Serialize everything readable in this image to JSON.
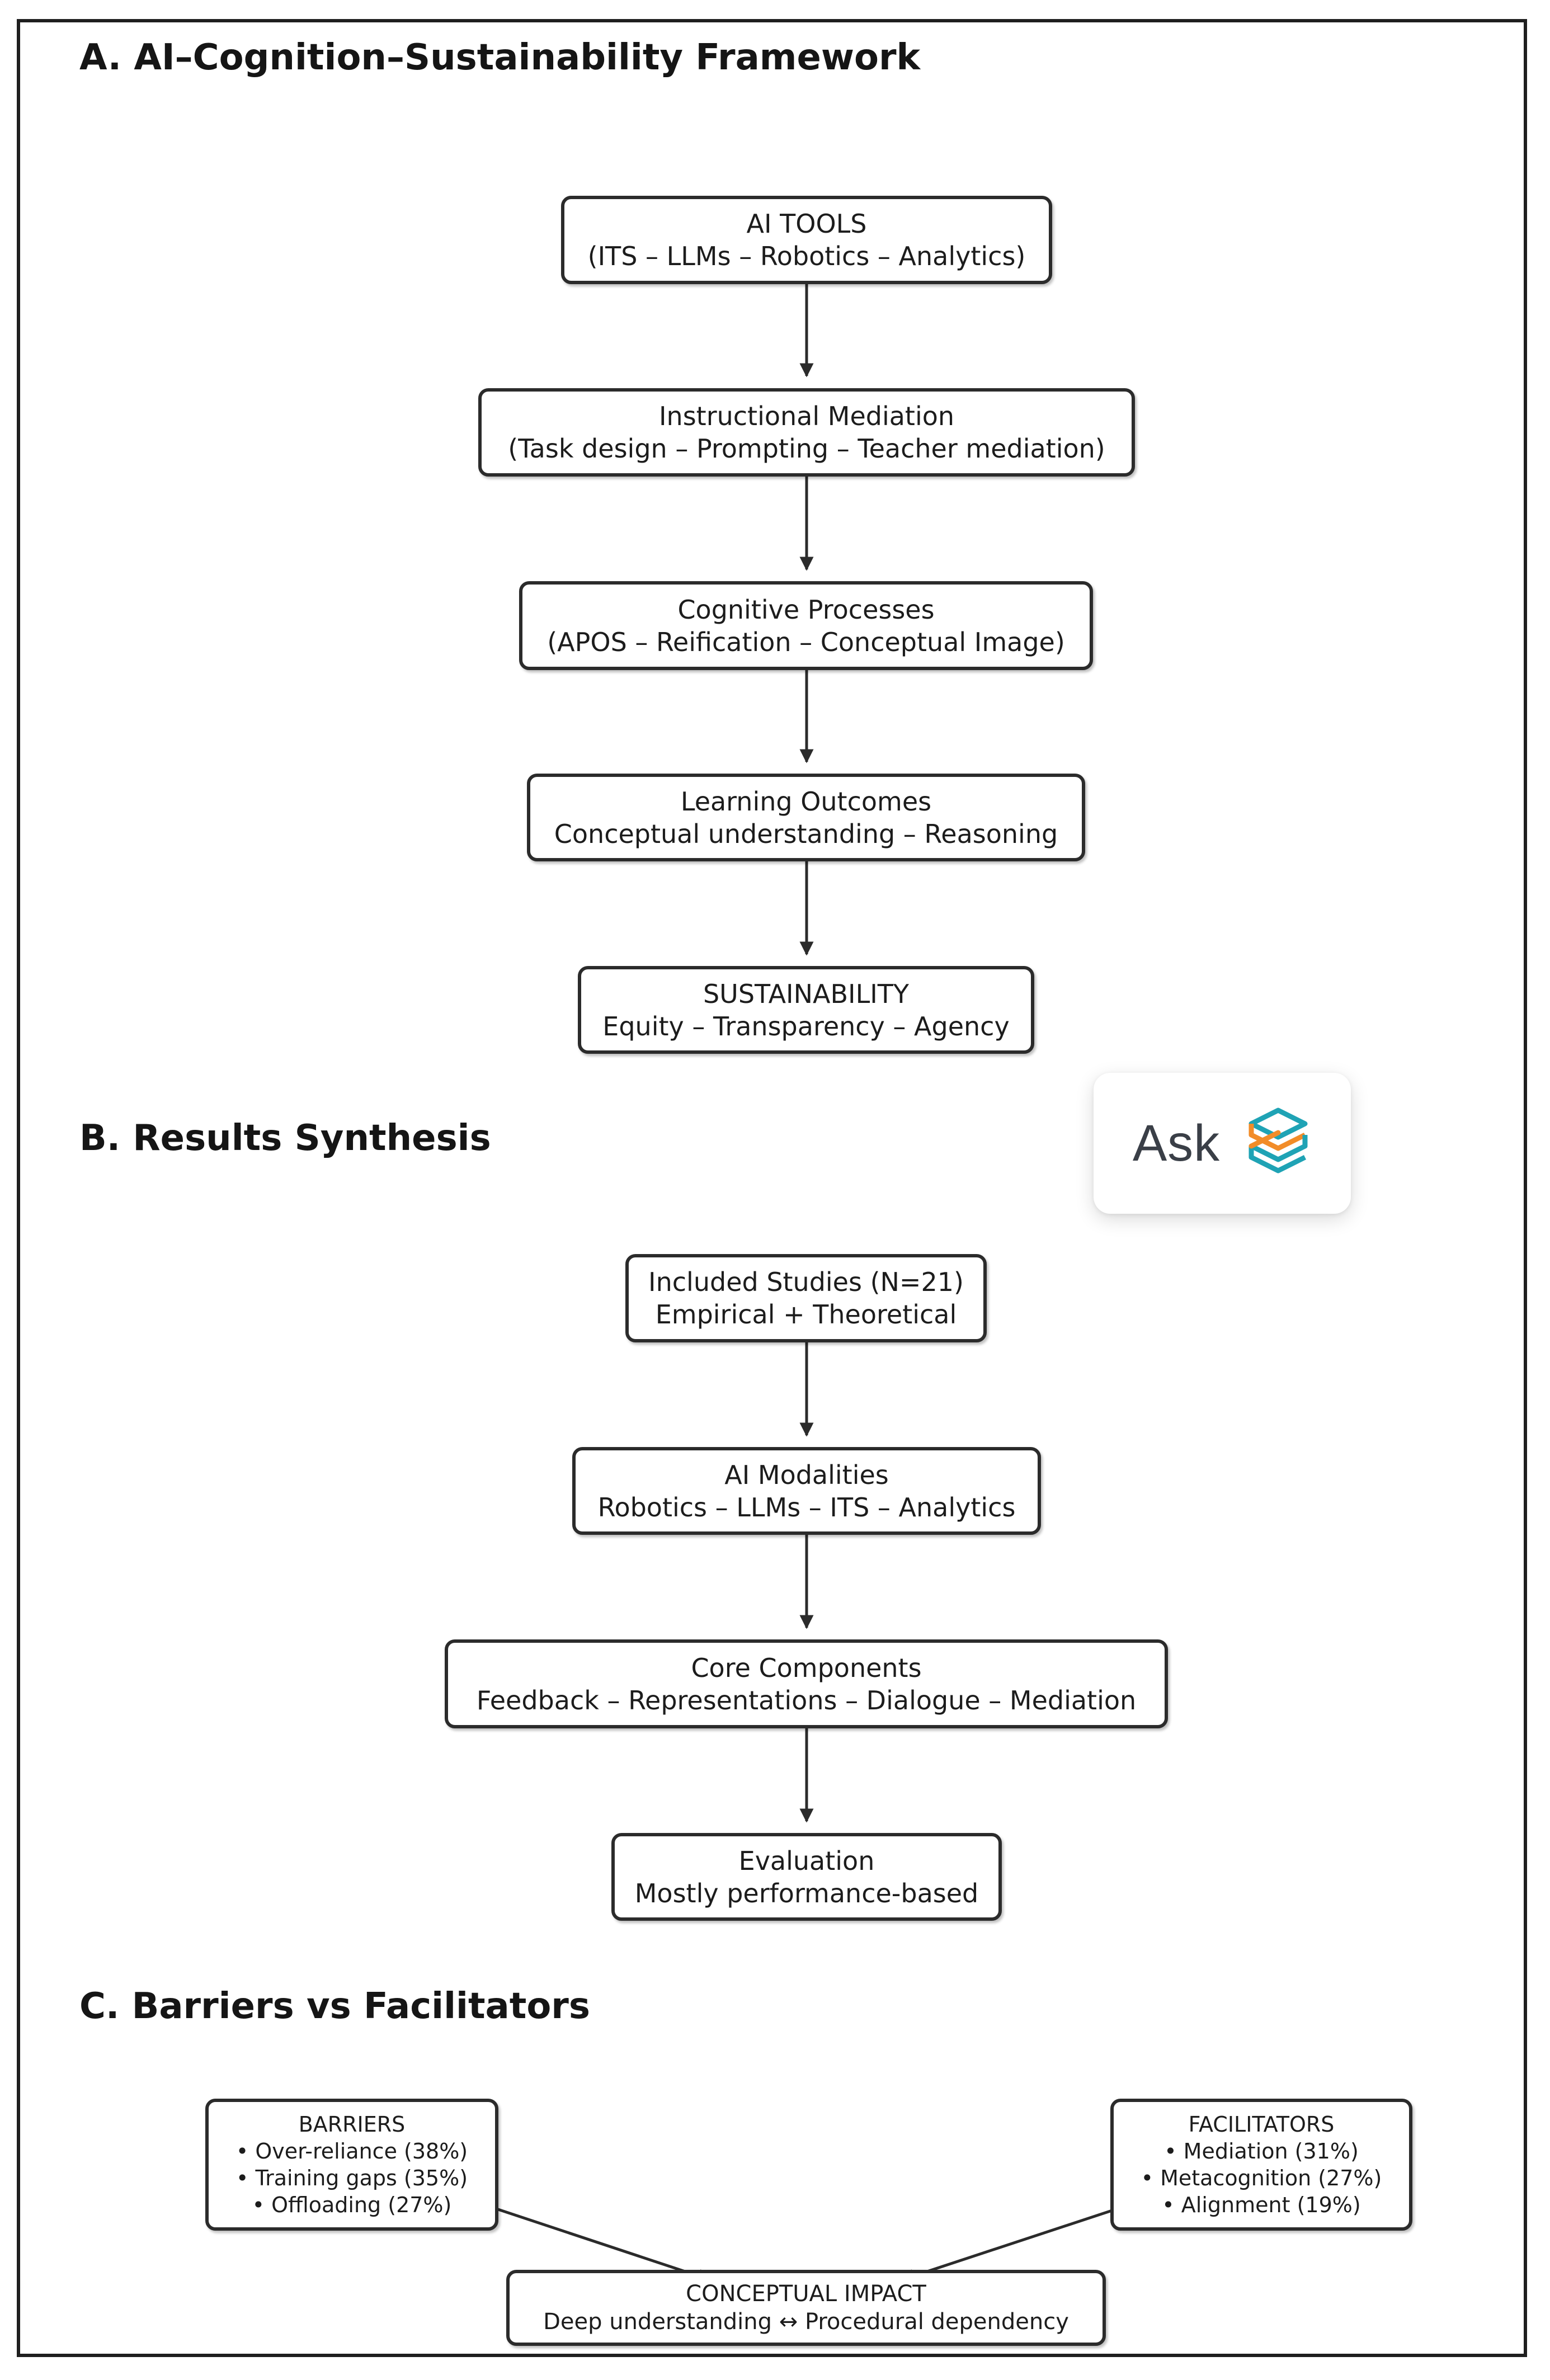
{
  "sections": {
    "a_title": "A. AI–Cognition–Sustainability Framework",
    "b_title": "B. Results Synthesis",
    "c_title": "C. Barriers vs Facilitators"
  },
  "framework": {
    "ai_tools": {
      "line1": "AI TOOLS",
      "line2": "(ITS – LLMs – Robotics – Analytics)"
    },
    "mediation": {
      "line1": "Instructional Mediation",
      "line2": "(Task design – Prompting – Teacher mediation)"
    },
    "cognitive": {
      "line1": "Cognitive Processes",
      "line2": "(APOS – Reification – Conceptual Image)"
    },
    "outcomes": {
      "line1": "Learning Outcomes",
      "line2": "Conceptual understanding – Reasoning"
    },
    "sustainability": {
      "line1": "SUSTAINABILITY",
      "line2": "Equity – Transparency – Agency"
    }
  },
  "synthesis": {
    "studies": {
      "line1": "Included Studies (N=21)",
      "line2": "Empirical + Theoretical"
    },
    "modalities": {
      "line1": "AI Modalities",
      "line2": "Robotics – LLMs – ITS – Analytics"
    },
    "components": {
      "line1": "Core Components",
      "line2": "Feedback – Representations – Dialogue – Mediation"
    },
    "evaluation": {
      "line1": "Evaluation",
      "line2": "Mostly performance-based"
    }
  },
  "barriers_facilitators": {
    "barriers": {
      "title": "BARRIERS",
      "items": [
        "• Over-reliance (38%)",
        "• Training gaps (35%)",
        "• Offloading (27%)"
      ]
    },
    "facilitators": {
      "title": "FACILITATORS",
      "items": [
        "• Mediation (31%)",
        "• Metacognition (27%)",
        "• Alignment (19%)"
      ]
    },
    "impact": {
      "line1": "CONCEPTUAL IMPACT",
      "line2": "Deep understanding ↔ Procedural dependency"
    }
  },
  "ask_widget": {
    "label": "Ask",
    "icon": "stacked-layers-logo-icon",
    "colors": {
      "orange": "#F28C28",
      "teal": "#1FA3B5",
      "ink": "#3a3f47"
    }
  }
}
